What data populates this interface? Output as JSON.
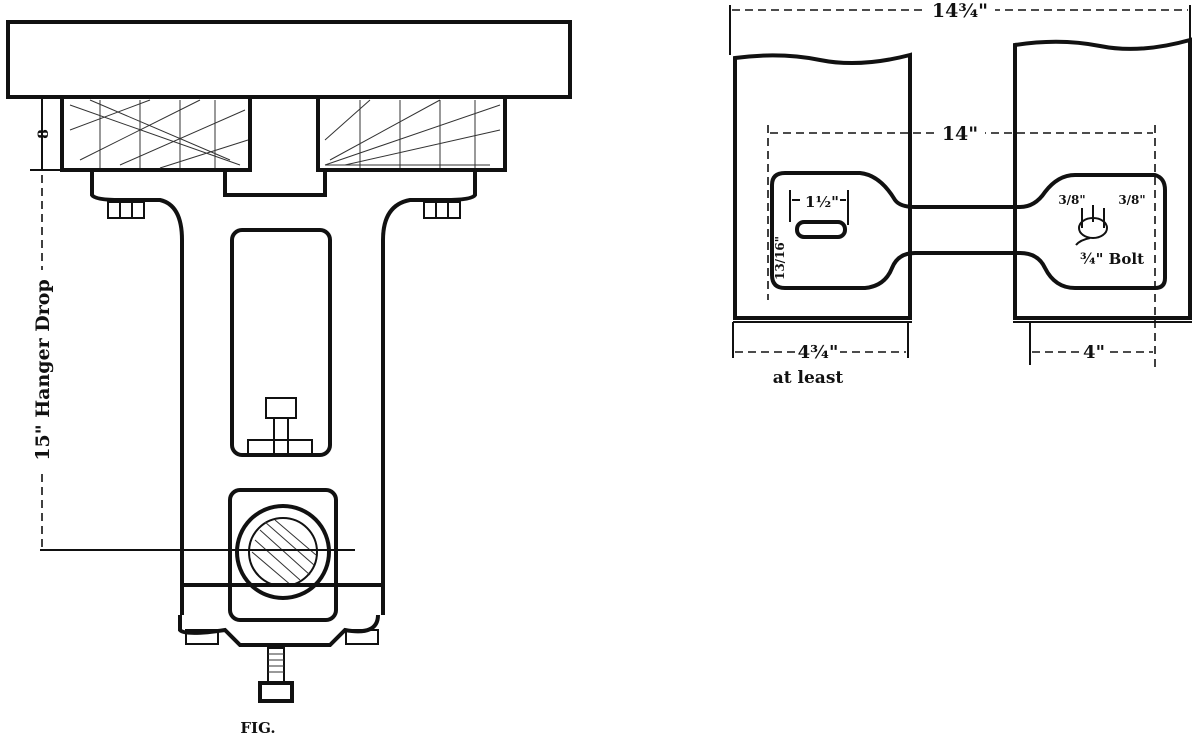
{
  "hanger_view": {
    "drop_label": "15\" Hanger Drop",
    "block_height_label": "8",
    "caption": "FIG."
  },
  "plate_view": {
    "overall_width_label": "14¾\"",
    "span_label": "14\"",
    "slot_length_label": "1½\"",
    "slot_offset_label": "13/16\"",
    "hole_left_label": "3/8\"",
    "hole_right_label": "3/8\"",
    "bolt_label": "¾\" Bolt",
    "left_width_label": "4¾\"",
    "left_width_note": "at least",
    "right_width_label": "4\""
  }
}
